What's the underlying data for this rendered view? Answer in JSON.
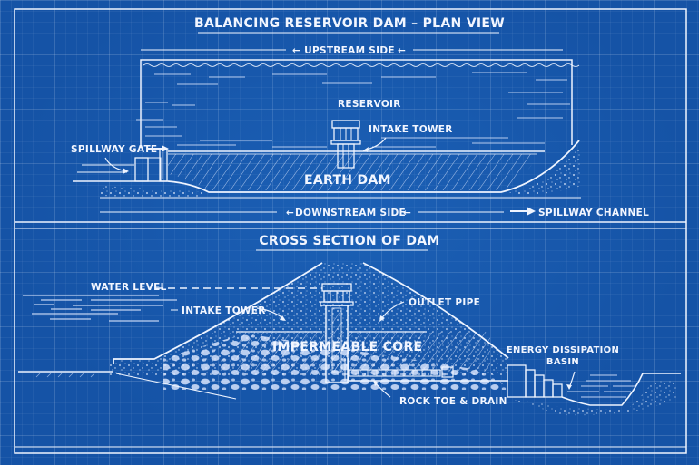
{
  "drawing": {
    "style": "blueprint",
    "colors": {
      "background": "#1553a6",
      "ink": "#eef4ff"
    }
  },
  "plan_view": {
    "title": "BALANCING RESERVOIR DAM – PLAN VIEW",
    "upstream_label": "UPSTREAM SIDE",
    "downstream_label": "DOWNSTREAM SIDE",
    "labels": {
      "reservoir": "RESERVOIR",
      "intake_tower": "INTAKE TOWER",
      "spillway_gate": "SPILLWAY GATE",
      "earth_dam": "EARTH DAM",
      "spillway_channel": "SPILLWAY CHANNEL"
    }
  },
  "cross_section": {
    "title": "CROSS SECTION OF DAM",
    "labels": {
      "water_level": "WATER LEVEL",
      "intake_tower": "INTAKE TOWER",
      "outlet_pipe": "OUTLET PIPE",
      "impermeable_core": "IMPERMEABLE CORE",
      "energy_dissipation_1": "ENERGY DISSIPATION",
      "energy_dissipation_2": "BASIN",
      "rock_toe": "ROCK TOE & DRAIN"
    }
  }
}
